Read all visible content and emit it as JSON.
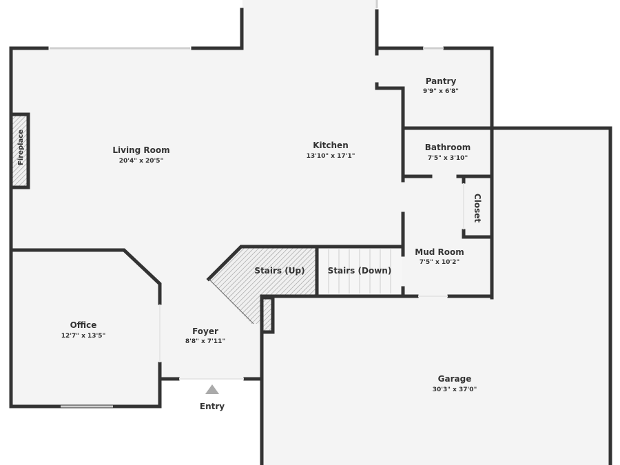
{
  "plan": {
    "colors": {
      "wall": "#333333",
      "floor": "#f4f4f4",
      "background": "#ffffff",
      "hatch": "#999999",
      "entry_arrow": "#aaaaaa"
    },
    "rooms": {
      "living_room": {
        "name": "Living Room",
        "dims": "20'4\" x 20'5\""
      },
      "kitchen": {
        "name": "Kitchen",
        "dims": "13'10\" x 17'1\""
      },
      "pantry": {
        "name": "Pantry",
        "dims": "9'9\" x 6'8\""
      },
      "bathroom": {
        "name": "Bathroom",
        "dims": "7'5\" x 3'10\""
      },
      "closet": {
        "name": "Closet"
      },
      "mud_room": {
        "name": "Mud Room",
        "dims": "7'5\" x 10'2\""
      },
      "office": {
        "name": "Office",
        "dims": "12'7\" x 13'5\""
      },
      "foyer": {
        "name": "Foyer",
        "dims": "8'8\" x 7'11\""
      },
      "garage": {
        "name": "Garage",
        "dims": "30'3\" x 37'0\""
      },
      "stairs_up": {
        "name": "Stairs (Up)"
      },
      "stairs_down": {
        "name": "Stairs (Down)"
      },
      "fireplace": {
        "name": "Fireplace"
      }
    },
    "entry": {
      "label": "Entry"
    }
  }
}
